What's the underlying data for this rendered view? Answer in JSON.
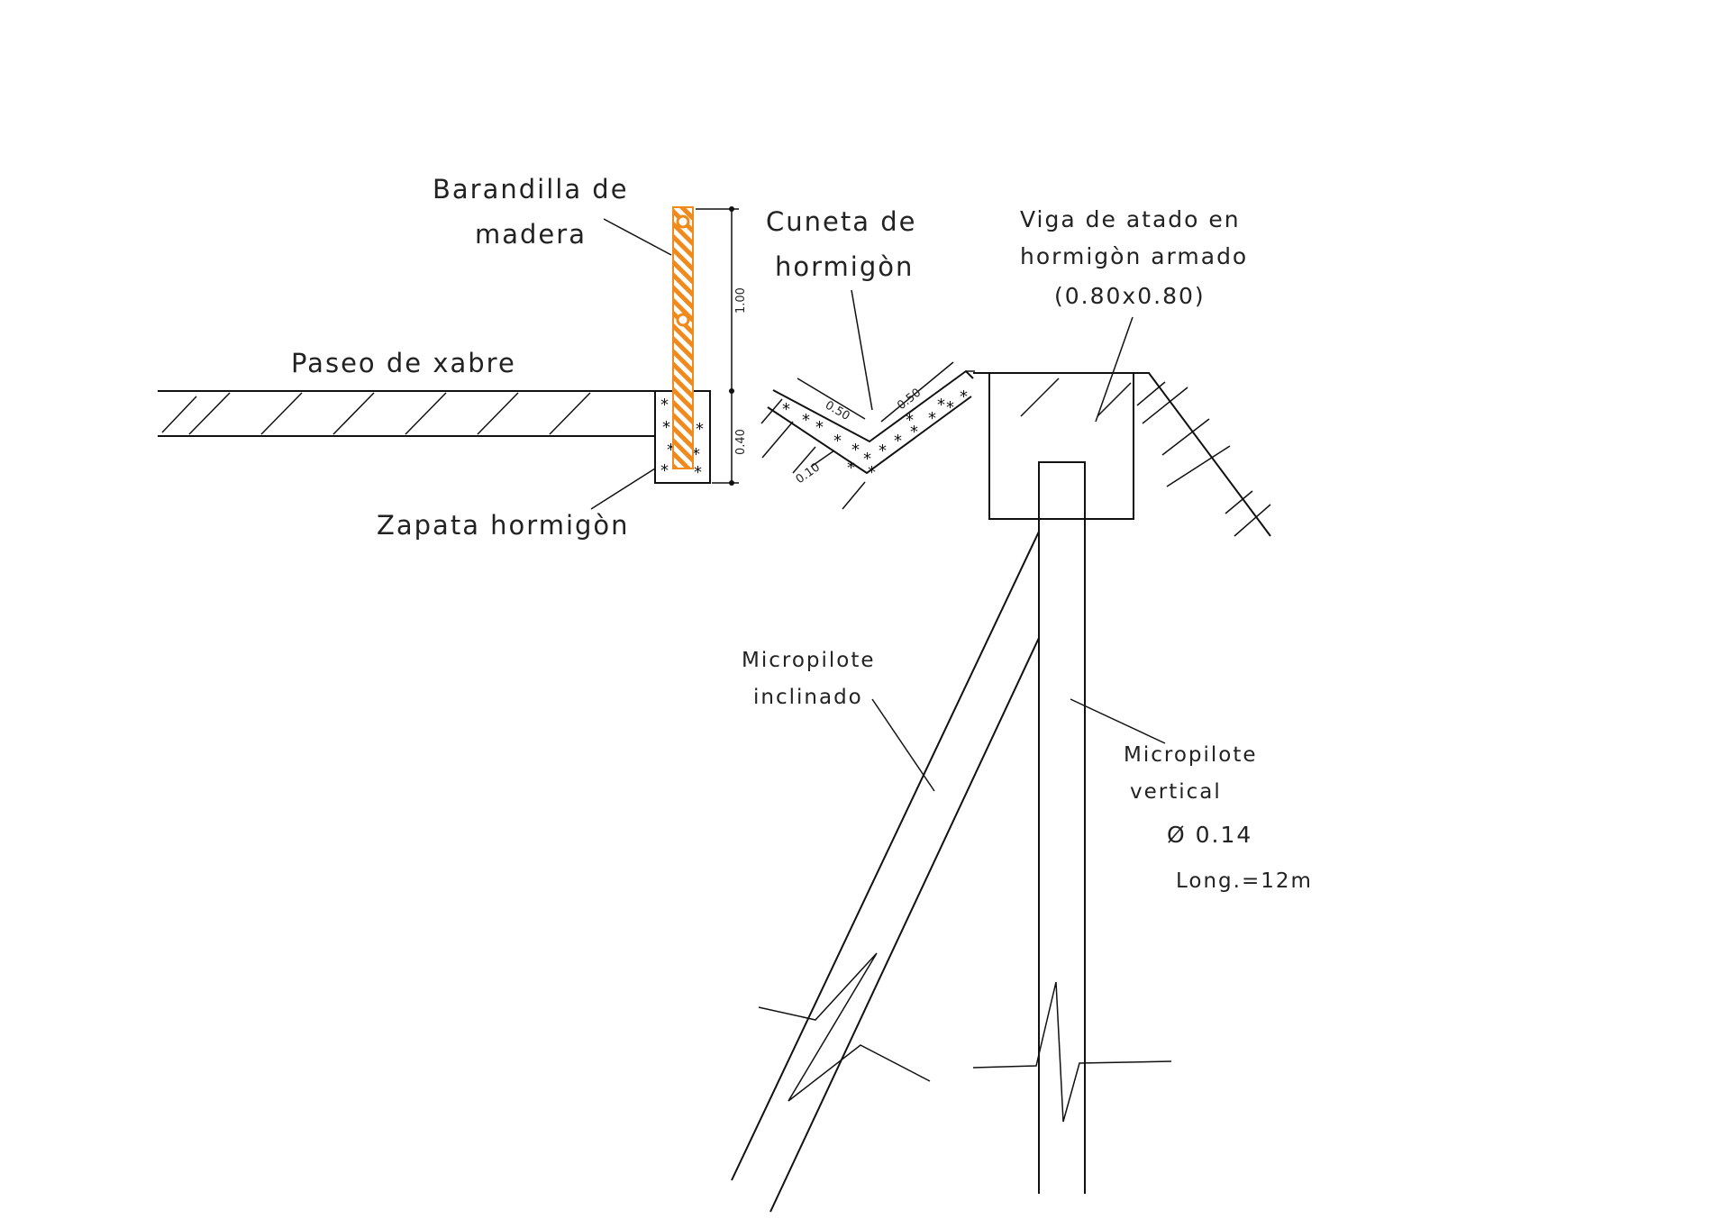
{
  "labels": {
    "barandilla_line1": "Barandilla de",
    "barandilla_line2": "madera",
    "cuneta_line1": "Cuneta de",
    "cuneta_line2": "hormigòn",
    "viga_line1": "Viga de atado en",
    "viga_line2": "hormigòn armado",
    "viga_line3": "(0.80x0.80)",
    "paseo": "Paseo de xabre",
    "zapata": "Zapata hormigòn",
    "micro_incl_line1": "Micropilote",
    "micro_incl_line2": "inclinado",
    "micro_vert_line1": "Micropilote",
    "micro_vert_line2": "vertical",
    "diameter": "Ø 0.14",
    "longitud": "Long.=12m"
  },
  "dimensions": {
    "railing_height": "1.00",
    "footing_depth": "0.40",
    "ditch_left": "0.50",
    "ditch_right": "0.50",
    "ditch_thickness": "0.10"
  },
  "colors": {
    "railing": "#f08a1c",
    "lines": "#111111"
  }
}
